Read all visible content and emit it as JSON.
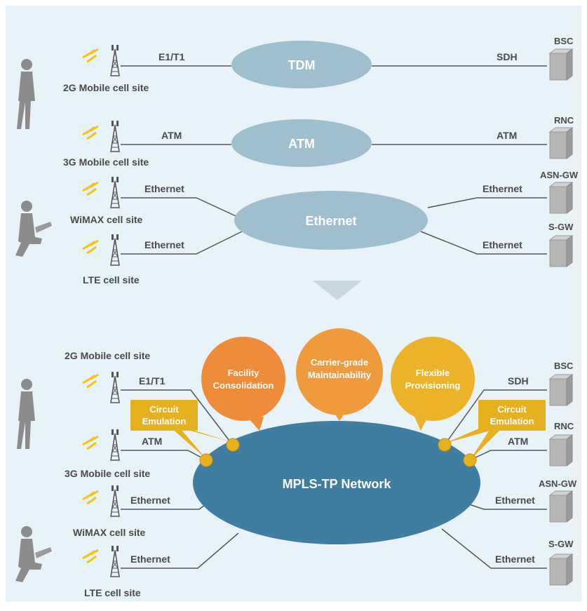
{
  "colors": {
    "background": "#e8f2f9",
    "legacy_cloud": "#9fbfcf",
    "mpls_cloud": "#3f7ea0",
    "bubble_facility": "#ee8c3a",
    "bubble_carrier": "#ef9a3c",
    "bubble_flexible": "#ebb22a",
    "circuit_emulation": "#e6b01f",
    "arrow": "#c9d7e0",
    "server": "#b8b8b8",
    "person": "#8c8c8c"
  },
  "top": {
    "clouds": {
      "tdm": "TDM",
      "atm": "ATM",
      "ethernet": "Ethernet"
    },
    "sites": {
      "s2g": "2G Mobile cell site",
      "s3g": "3G Mobile cell site",
      "wimax": "WiMAX cell site",
      "lte": "LTE cell site"
    },
    "left_links": {
      "e1t1": "E1/T1",
      "atm": "ATM",
      "eth1": "Ethernet",
      "eth2": "Ethernet"
    },
    "right_links": {
      "sdh": "SDH",
      "atm": "ATM",
      "eth1": "Ethernet",
      "eth2": "Ethernet"
    },
    "nodes": {
      "bsc": "BSC",
      "rnc": "RNC",
      "asngw": "ASN-GW",
      "sgw": "S-GW"
    }
  },
  "bottom": {
    "network": "MPLS-TP Network",
    "bubbles": {
      "facility": [
        "Facility",
        "Consolidation"
      ],
      "carrier": [
        "Carrier-grade",
        "Maintainability"
      ],
      "flexible": [
        "Flexible",
        "Provisioning"
      ]
    },
    "circuit_emulation": [
      "Circuit",
      "Emulation"
    ],
    "sites": {
      "s2g": "2G Mobile cell site",
      "s3g": "3G Mobile cell site",
      "wimax": "WiMAX cell site",
      "lte": "LTE cell site"
    },
    "left_links": {
      "e1t1": "E1/T1",
      "atm": "ATM",
      "eth1": "Ethernet",
      "eth2": "Ethernet"
    },
    "right_links": {
      "sdh": "SDH",
      "atm": "ATM",
      "eth1": "Ethernet",
      "eth2": "Ethernet"
    },
    "nodes": {
      "bsc": "BSC",
      "rnc": "RNC",
      "asngw": "ASN-GW",
      "sgw": "S-GW"
    }
  }
}
